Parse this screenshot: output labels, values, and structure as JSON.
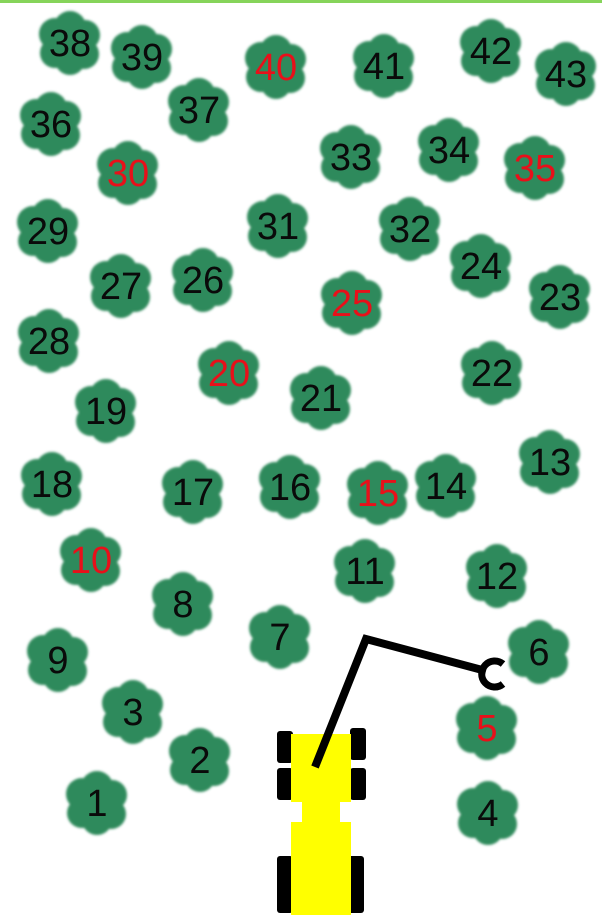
{
  "colors": {
    "background": "#ffffff",
    "top_line": "#86d45a",
    "tree": "#2f8a5c",
    "label_default": "#0a0a0a",
    "label_highlight": "#e8101a",
    "vehicle_body": "#ffff00",
    "vehicle_tires": "#000000",
    "crane_arm": "#000000"
  },
  "trees": [
    {
      "number": "1",
      "highlight": false
    },
    {
      "number": "2",
      "highlight": false
    },
    {
      "number": "3",
      "highlight": false
    },
    {
      "number": "4",
      "highlight": false
    },
    {
      "number": "5",
      "highlight": true
    },
    {
      "number": "6",
      "highlight": false
    },
    {
      "number": "7",
      "highlight": false
    },
    {
      "number": "8",
      "highlight": false
    },
    {
      "number": "9",
      "highlight": false
    },
    {
      "number": "10",
      "highlight": true
    },
    {
      "number": "11",
      "highlight": false
    },
    {
      "number": "12",
      "highlight": false
    },
    {
      "number": "13",
      "highlight": false
    },
    {
      "number": "14",
      "highlight": false
    },
    {
      "number": "15",
      "highlight": true
    },
    {
      "number": "16",
      "highlight": false
    },
    {
      "number": "17",
      "highlight": false
    },
    {
      "number": "18",
      "highlight": false
    },
    {
      "number": "19",
      "highlight": false
    },
    {
      "number": "20",
      "highlight": true
    },
    {
      "number": "21",
      "highlight": false
    },
    {
      "number": "22",
      "highlight": false
    },
    {
      "number": "23",
      "highlight": false
    },
    {
      "number": "24",
      "highlight": false
    },
    {
      "number": "25",
      "highlight": true
    },
    {
      "number": "26",
      "highlight": false
    },
    {
      "number": "27",
      "highlight": false
    },
    {
      "number": "28",
      "highlight": false
    },
    {
      "number": "29",
      "highlight": false
    },
    {
      "number": "30",
      "highlight": true
    },
    {
      "number": "31",
      "highlight": false
    },
    {
      "number": "32",
      "highlight": false
    },
    {
      "number": "33",
      "highlight": false
    },
    {
      "number": "34",
      "highlight": false
    },
    {
      "number": "35",
      "highlight": true
    },
    {
      "number": "36",
      "highlight": false
    },
    {
      "number": "37",
      "highlight": false
    },
    {
      "number": "38",
      "highlight": false
    },
    {
      "number": "39",
      "highlight": false
    },
    {
      "number": "40",
      "highlight": true
    },
    {
      "number": "41",
      "highlight": false
    },
    {
      "number": "42",
      "highlight": false
    },
    {
      "number": "43",
      "highlight": false
    }
  ]
}
